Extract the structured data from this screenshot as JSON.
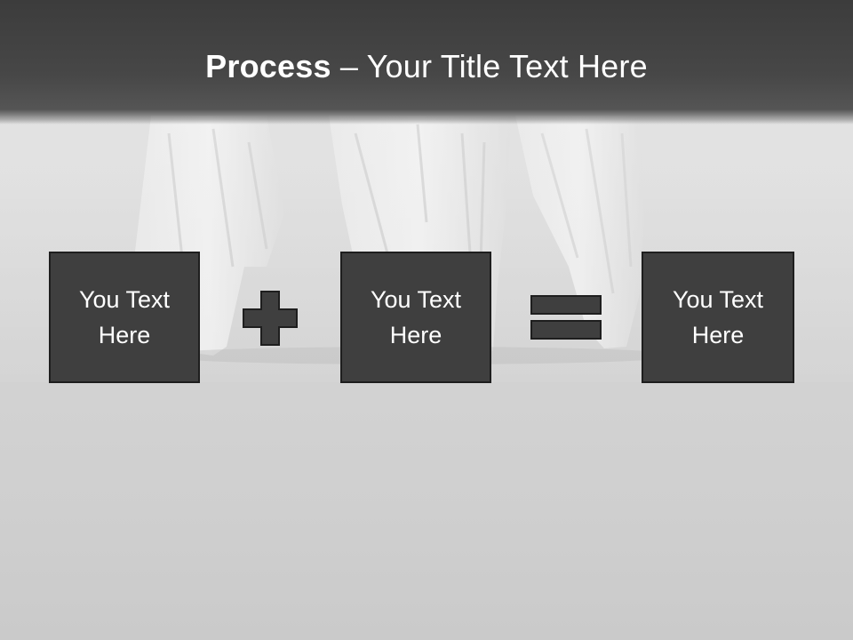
{
  "slide": {
    "title_bold": "Process",
    "title_rest": " – Your Title Text Here"
  },
  "steps": [
    {
      "text": "You Text\nHere"
    },
    {
      "text": "You Text\nHere"
    },
    {
      "text": "You Text\nHere"
    }
  ],
  "operators": {
    "first": "plus-icon",
    "second": "equals-icon"
  },
  "colors": {
    "header": "#474747",
    "box_fill": "#3f3f3f",
    "box_border": "#1e1e1e",
    "text": "#ffffff",
    "background": "#d6d6d6"
  }
}
